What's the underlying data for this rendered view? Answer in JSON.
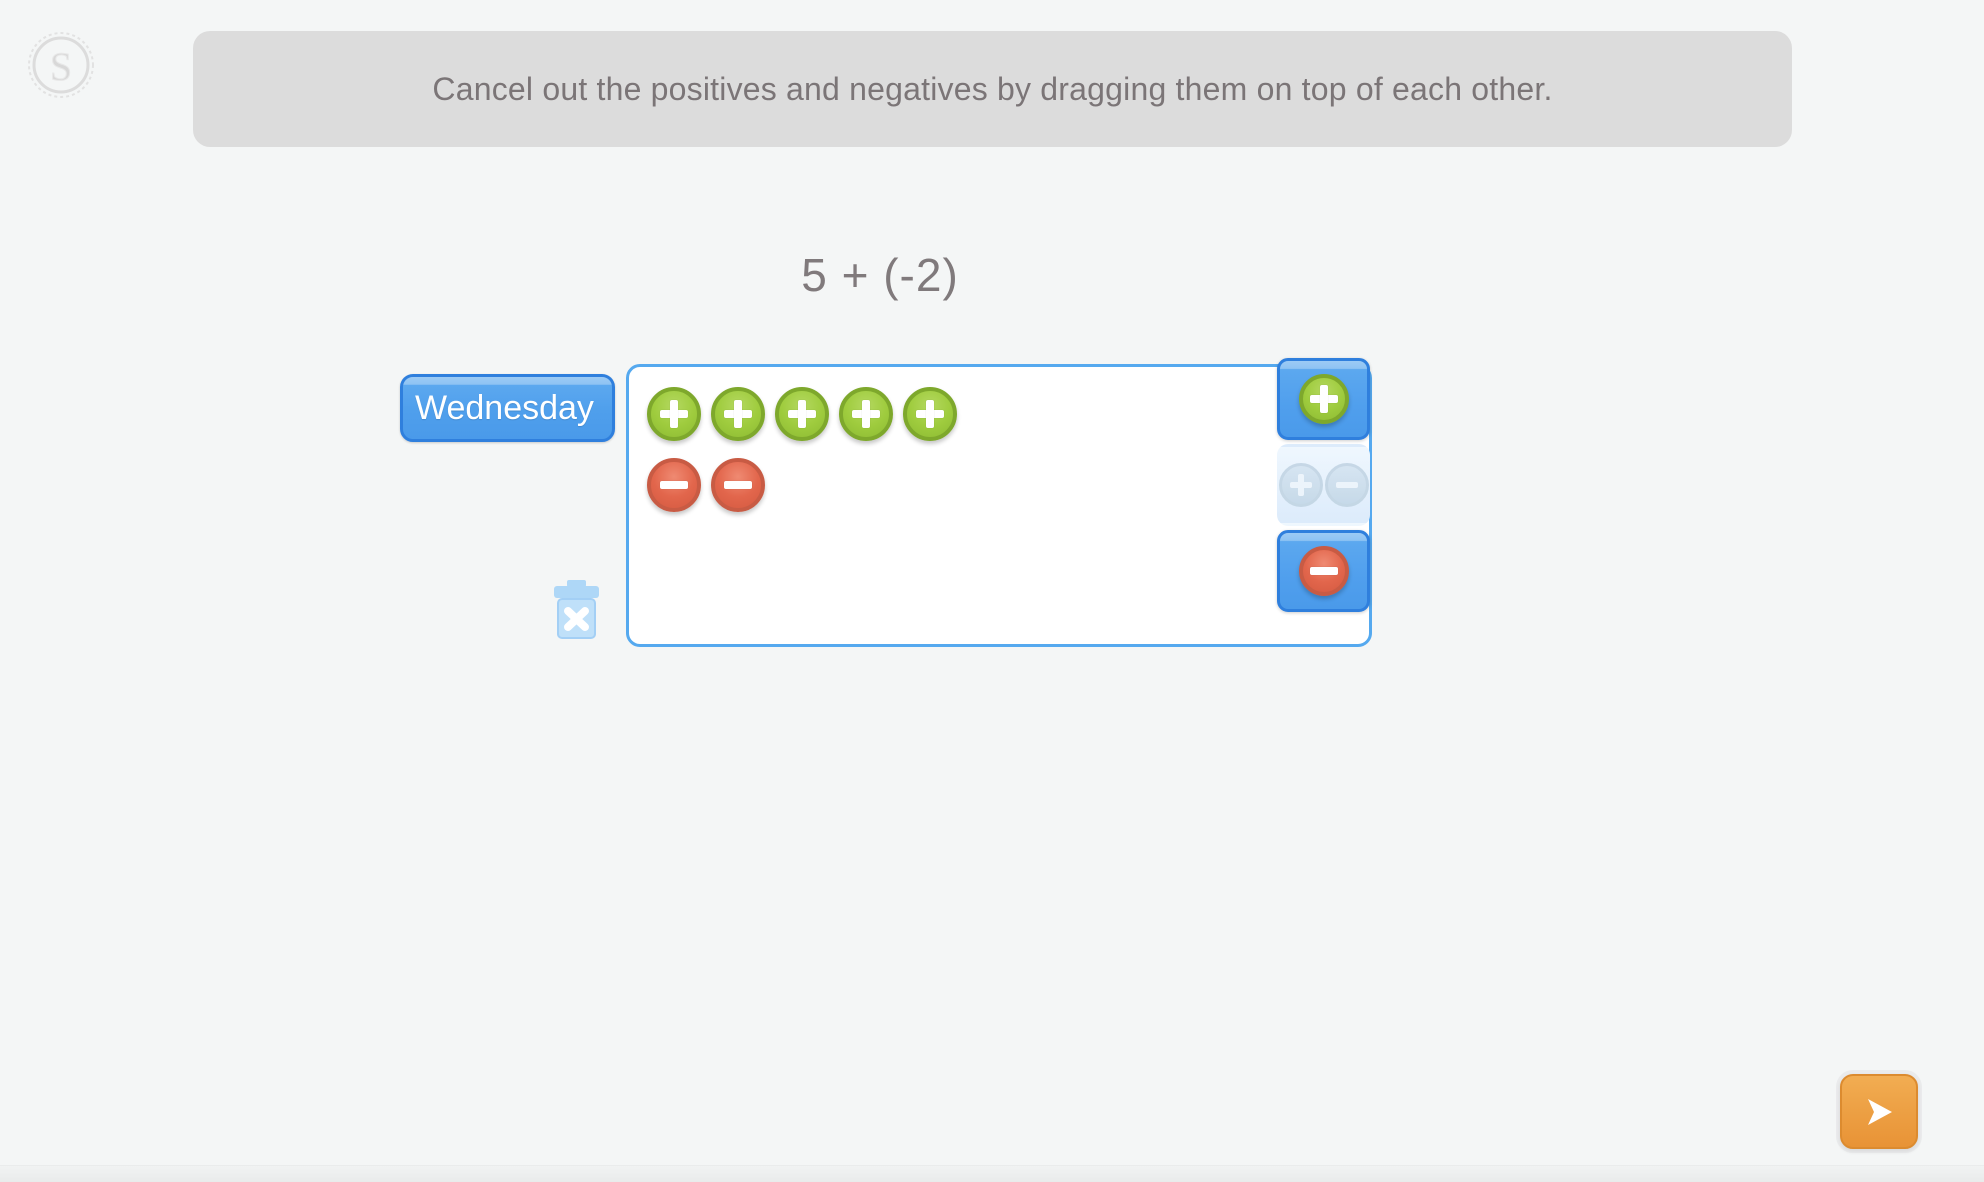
{
  "app": {
    "logo_icon": "circular-s-logo-icon",
    "background_color": "#f4f6f6"
  },
  "instruction": {
    "text": "Cancel out the positives and negatives by dragging them on top of each other.",
    "background_color": "#dcdcdc",
    "text_color": "#7b7577"
  },
  "problem": {
    "equation": "5 + (-2)",
    "addend_positive": 5,
    "addend_negative": -2
  },
  "day_tab": {
    "label": "Wednesday",
    "accent_color": "#2f7fdd",
    "fill_color": "#4f9fec"
  },
  "work_area": {
    "border_color": "#55a9ef",
    "background_color": "#ffffff",
    "positive_chips": [
      {
        "symbol": "+",
        "name": "positive-counter"
      },
      {
        "symbol": "+",
        "name": "positive-counter"
      },
      {
        "symbol": "+",
        "name": "positive-counter"
      },
      {
        "symbol": "+",
        "name": "positive-counter"
      },
      {
        "symbol": "+",
        "name": "positive-counter"
      }
    ],
    "negative_chips": [
      {
        "symbol": "-",
        "name": "negative-counter"
      },
      {
        "symbol": "-",
        "name": "negative-counter"
      }
    ],
    "positive_count": 5,
    "negative_count": 2,
    "positive_color": "#9fcc3e",
    "negative_color": "#e2664c"
  },
  "toolbar": {
    "add_positive": {
      "icon": "plus-circle-icon",
      "state": "enabled"
    },
    "cancel_pair": {
      "icon": "plus-minus-pair-icon",
      "state": "disabled"
    },
    "add_negative": {
      "icon": "minus-circle-icon",
      "state": "enabled"
    }
  },
  "trash": {
    "icon": "trash-x-icon",
    "color": "#a8d4f5"
  },
  "next": {
    "icon": "arrow-right-icon",
    "color": "#eda145"
  }
}
